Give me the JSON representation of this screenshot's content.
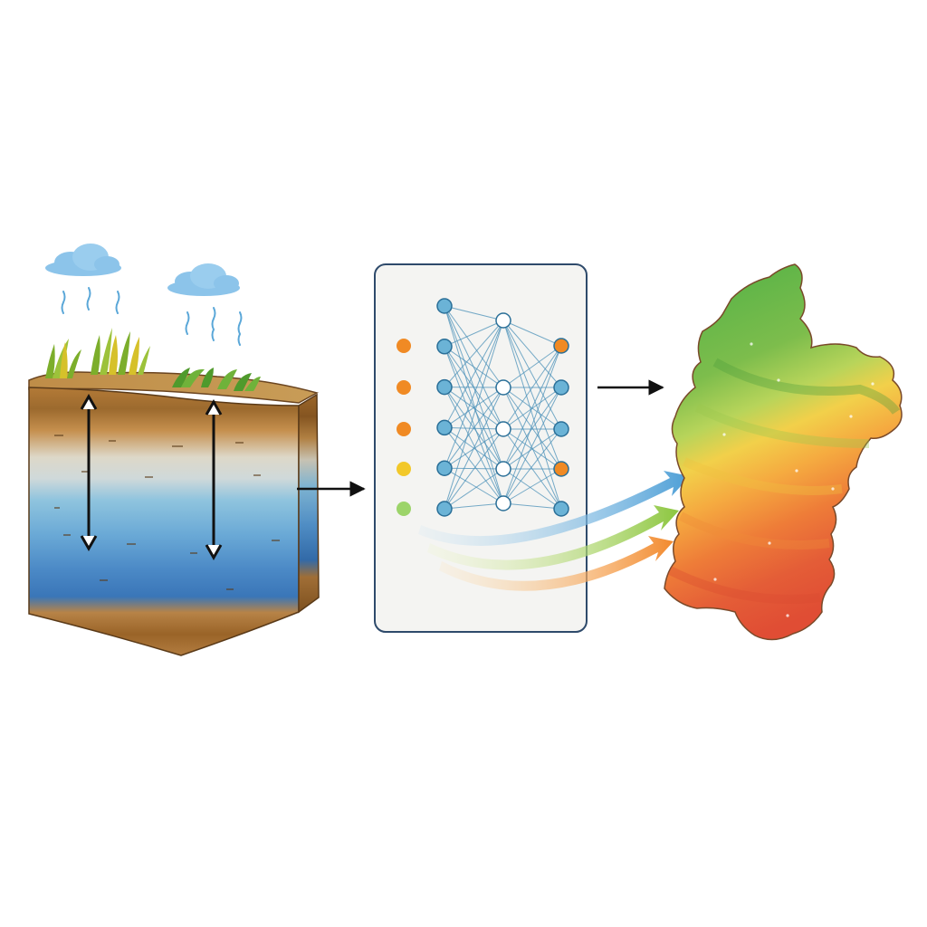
{
  "panels": [
    {
      "id": "soil-block",
      "icon": "soil-cross-section-icon"
    },
    {
      "id": "model",
      "icon": "neural-network-icon"
    },
    {
      "id": "map",
      "icon": "choropleth-map-icon"
    }
  ],
  "colors": {
    "background": "#ffffff",
    "cloud": "#8cc4ea",
    "rain": "#5aa7d8",
    "topsoil": "#b07a36",
    "topsoil_top": "#c9a15c",
    "sand": "#d9d4c3",
    "water_light": "#8cc3e0",
    "water_mid": "#5f9fd0",
    "water_dark": "#3f7fc0",
    "bedrock": "#a26b2e",
    "crop": "#7cae2b",
    "crop_yellow": "#d6c12a",
    "grass": "#4f9a2c",
    "node_blue": "#6bb3d6",
    "node_stroke": "#2a6f98",
    "edge": "#4a90b8",
    "input_orange": "#f08a24",
    "input_yellow": "#f2c82a",
    "input_green": "#9cd46a",
    "panel_border": "#2e4a6b",
    "panel_fill": "#f4f4f2",
    "map_green": "#5fb548",
    "map_light_green": "#a8cf52",
    "map_yellow": "#f2d04a",
    "map_orange": "#f39a3b",
    "map_red": "#e3563a",
    "arrow": "#111111"
  },
  "network": {
    "layers": [
      [
        "input",
        "input",
        "input",
        "input",
        "input"
      ],
      [
        "hidden",
        "hidden",
        "hidden",
        "hidden",
        "hidden",
        "hidden"
      ],
      [
        "hidden",
        "hidden",
        "hidden",
        "hidden",
        "hidden"
      ],
      [
        "output",
        "output",
        "output",
        "output",
        "output"
      ]
    ],
    "input_colors": [
      "input_orange",
      "input_orange",
      "input_orange",
      "input_yellow",
      "input_green"
    ],
    "output_colors": [
      "input_orange",
      "node_blue",
      "node_blue",
      "input_orange",
      "node_blue"
    ]
  },
  "flow_arrows": [
    "node_blue",
    "map_light_green",
    "map_orange"
  ]
}
